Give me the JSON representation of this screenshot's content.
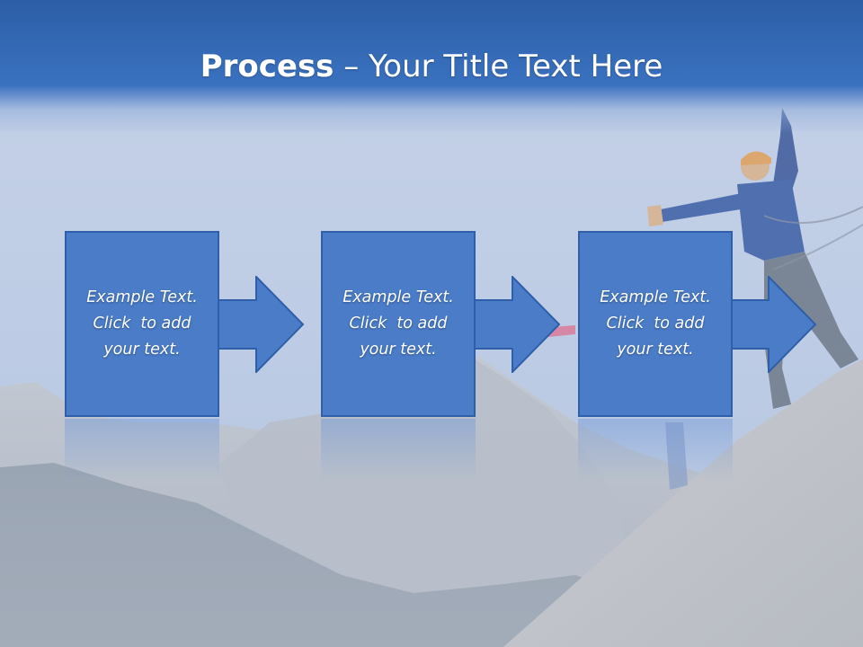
{
  "slide": {
    "title_bold": "Process",
    "title_rest": " – Your Title Text Here",
    "steps": [
      {
        "line1": "Example Text.",
        "line2": "Click  to add",
        "line3": "your text."
      },
      {
        "line1": "Example Text.",
        "line2": "Click  to add",
        "line3": "your text."
      },
      {
        "line1": "Example Text.",
        "line2": "Click  to add",
        "line3": "your text."
      }
    ]
  },
  "colors": {
    "title_band": "#2c5ea6",
    "box_fill": "#4a7cc8",
    "box_border": "#2f5fa8",
    "text": "#ffffff"
  }
}
